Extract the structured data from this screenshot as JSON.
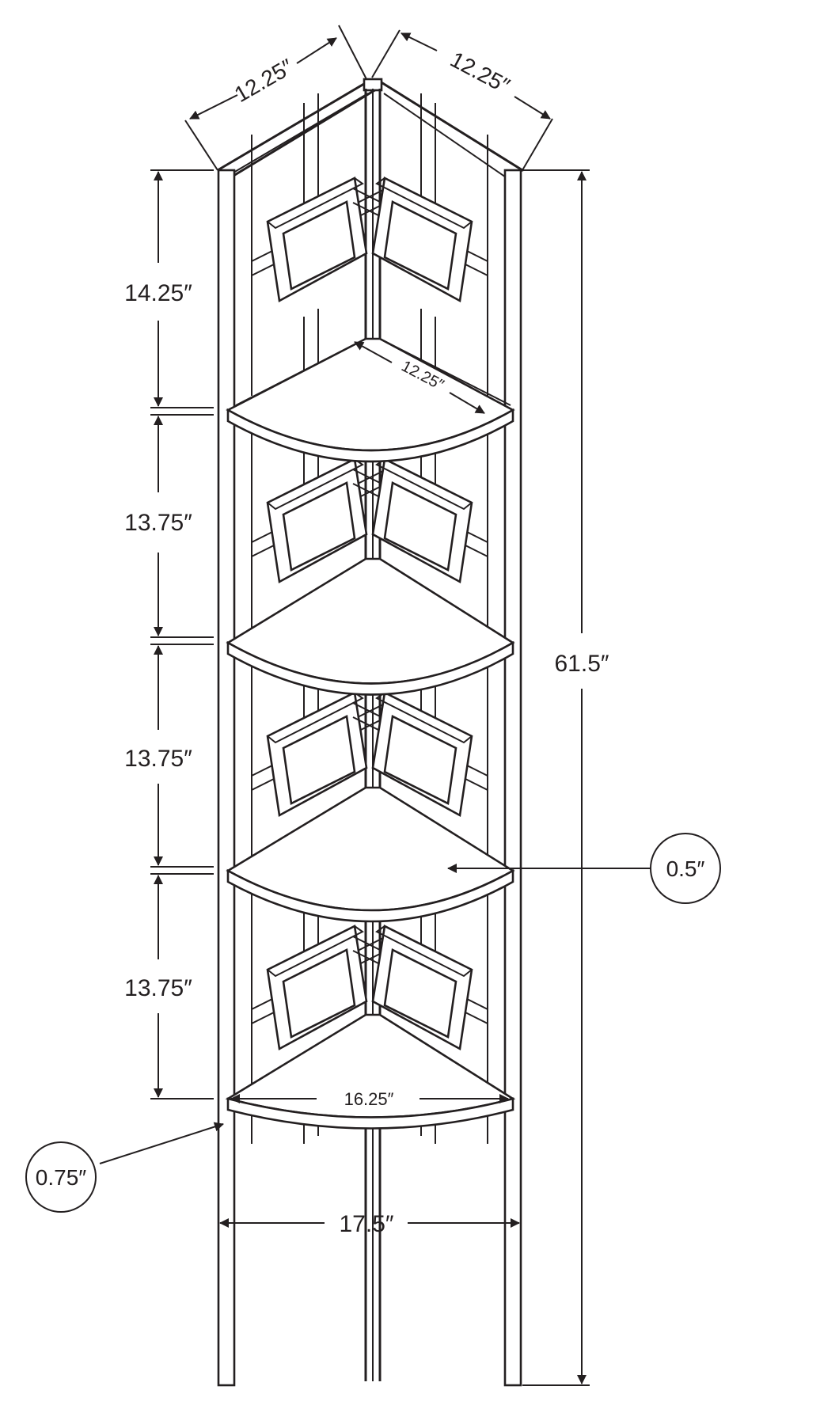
{
  "dimensions": {
    "top_left_depth": "12.25″",
    "top_right_depth": "12.25″",
    "shelf_depth": "12.25″",
    "shelf_gap_top": "14.25″",
    "shelf_gap_2": "13.75″",
    "shelf_gap_3": "13.75″",
    "shelf_gap_4": "13.75″",
    "total_height": "61.5″",
    "shelf_thickness": "0.5″",
    "bottom_shelf_width": "16.25″",
    "leg_thickness": "0.75″",
    "overall_width": "17.5″"
  },
  "colors": {
    "line": "#231f20",
    "background": "#ffffff"
  }
}
